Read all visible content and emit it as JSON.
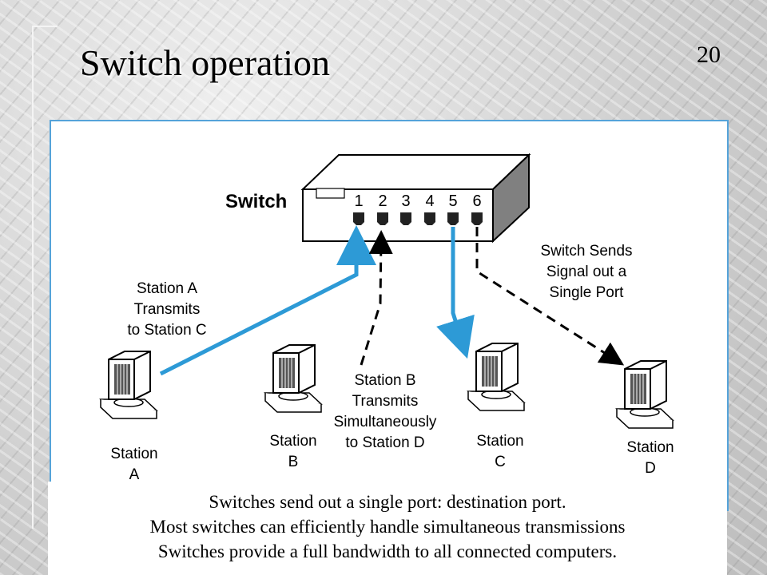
{
  "slide": {
    "title": "Switch operation",
    "page_number": "20"
  },
  "diagram": {
    "switch_label": "Switch",
    "ports": [
      "1",
      "2",
      "3",
      "4",
      "5",
      "6"
    ],
    "stations": [
      {
        "label_line1": "Station",
        "label_line2": "A"
      },
      {
        "label_line1": "Station",
        "label_line2": "B"
      },
      {
        "label_line1": "Station",
        "label_line2": "C"
      },
      {
        "label_line1": "Station",
        "label_line2": "D"
      }
    ],
    "annotations": {
      "station_a_transmit": [
        "Station A",
        "Transmits",
        "to Station C"
      ],
      "station_b_transmit": [
        "Station B",
        "Transmits",
        "Simultaneously",
        "to Station D"
      ],
      "switch_sends": [
        "Switch Sends",
        "Signal out a",
        "Single Port"
      ]
    },
    "colors": {
      "blue_path": "#2d9ad6",
      "black_path": "#000000",
      "panel_border": "#55a3d9"
    }
  },
  "captions": [
    "Switches send out a single port: destination port.",
    "Most switches can efficiently handle simultaneous transmissions",
    "Switches provide a full bandwidth to all connected computers."
  ]
}
